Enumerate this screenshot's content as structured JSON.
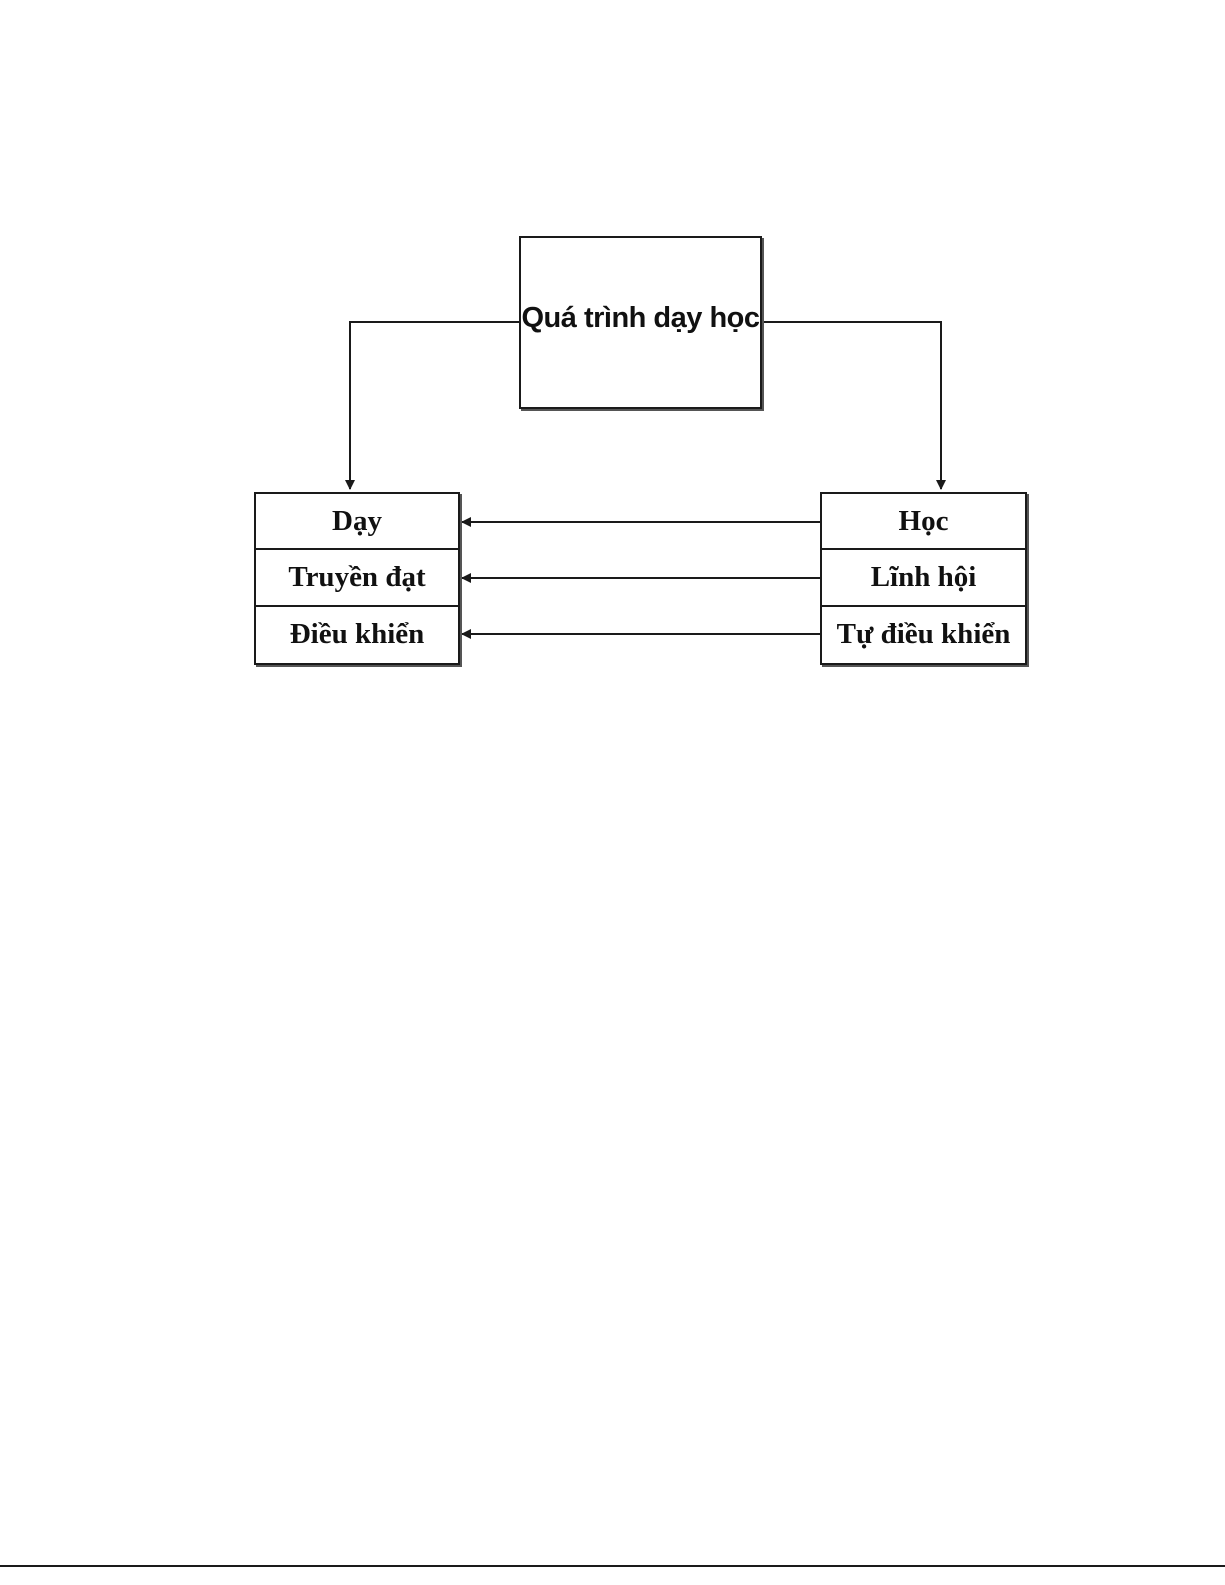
{
  "diagram": {
    "root": {
      "label": "Quá trình dạy học"
    },
    "left_column": {
      "items": [
        {
          "label": "Dạy"
        },
        {
          "label": "Truyền đạt"
        },
        {
          "label": "Điều khiển"
        }
      ]
    },
    "right_column": {
      "items": [
        {
          "label": "Học"
        },
        {
          "label": "Lĩnh hội"
        },
        {
          "label": "Tự điều khiển"
        }
      ]
    },
    "colors": {
      "line": "#1a1a1a",
      "background": "#ffffff"
    }
  }
}
